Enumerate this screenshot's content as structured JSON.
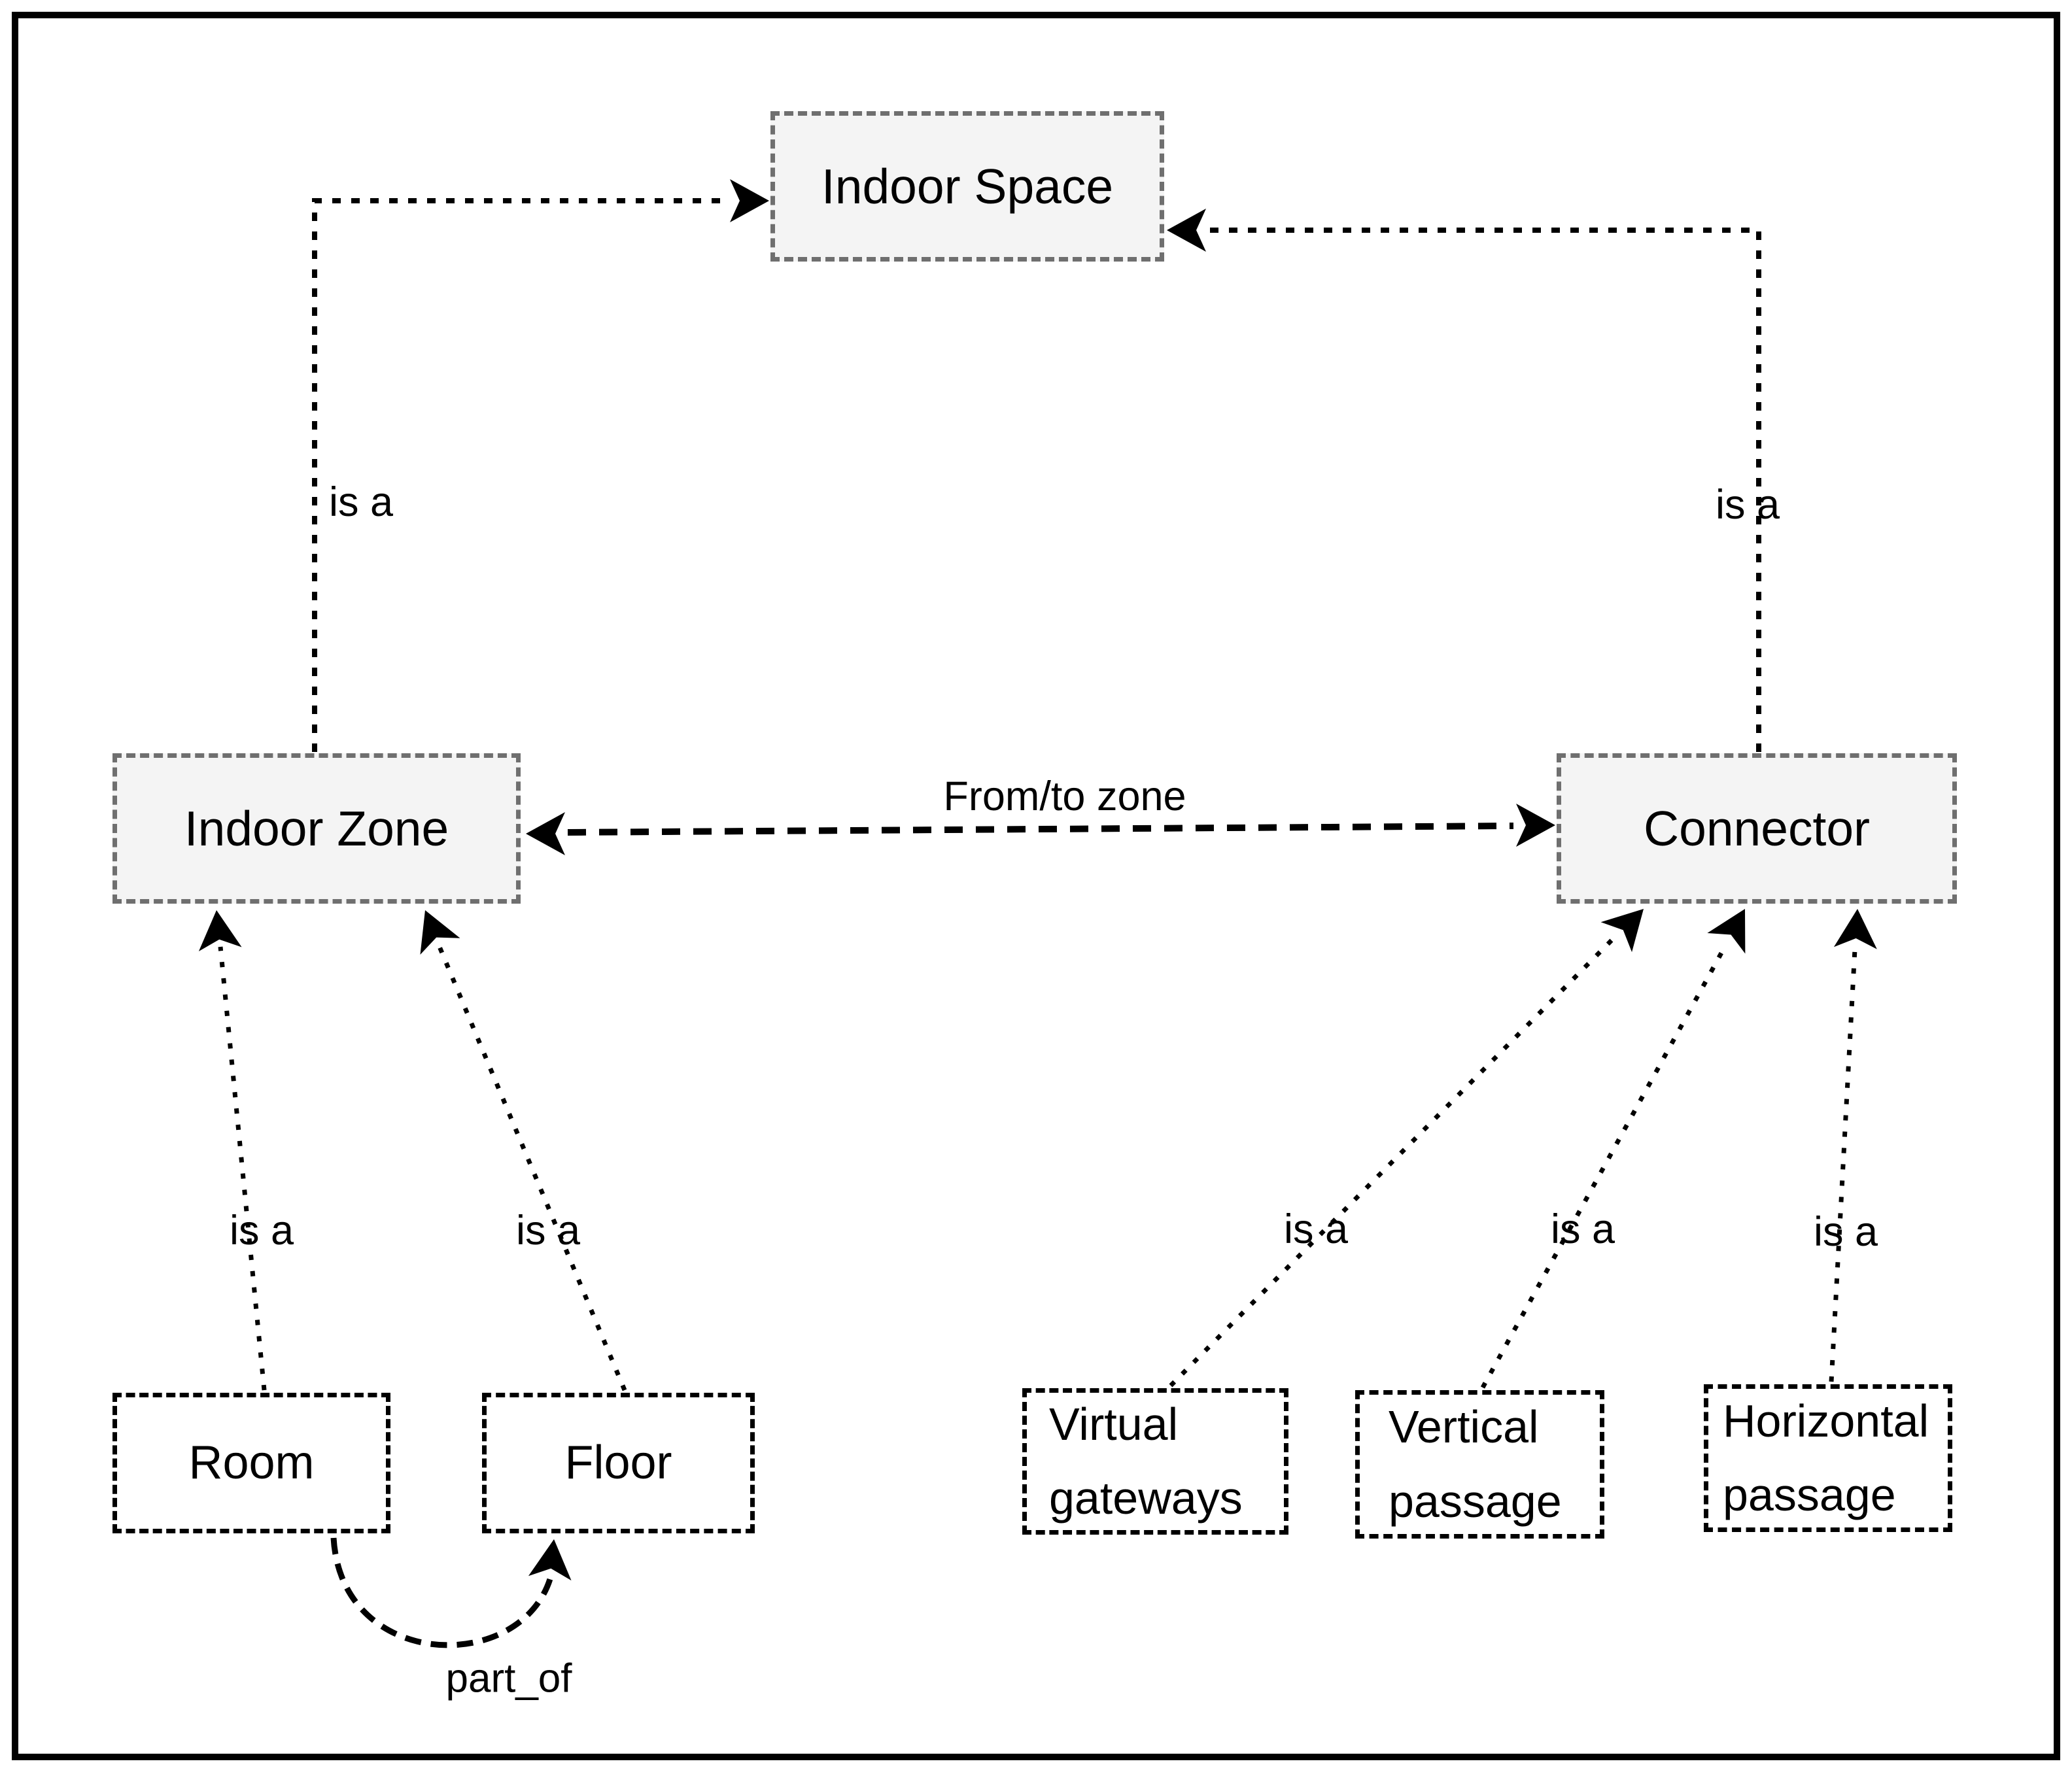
{
  "diagram": {
    "nodes": {
      "indoor_space": {
        "label": "Indoor Space"
      },
      "indoor_zone": {
        "label": "Indoor Zone"
      },
      "connector": {
        "label": "Connector"
      },
      "room": {
        "label": "Room"
      },
      "floor": {
        "label": "Floor"
      },
      "virtual_gateways": {
        "line1": "Virtual",
        "line2": "gateways"
      },
      "vertical_passage": {
        "line1": "Vertical",
        "line2": "passage"
      },
      "horizontal_passage": {
        "line1": "Horizontal",
        "line2": "passage"
      }
    },
    "edges": {
      "zone_is_a_space": {
        "label": "is a"
      },
      "connector_is_a_space": {
        "label": "is a"
      },
      "from_to_zone": {
        "label": "From/to zone"
      },
      "room_is_a_zone": {
        "label": "is a"
      },
      "floor_is_a_zone": {
        "label": "is a"
      },
      "virtual_is_a_connector": {
        "label": "is a"
      },
      "vertical_is_a_connector": {
        "label": "is a"
      },
      "horizontal_is_a_connector": {
        "label": "is a"
      },
      "room_part_of_floor": {
        "label": "part_of"
      }
    },
    "colors": {
      "node_fill": "#f4f4f4",
      "node_border_gray": "#6f6f6f",
      "line_black": "#000000",
      "background": "#ffffff"
    }
  }
}
